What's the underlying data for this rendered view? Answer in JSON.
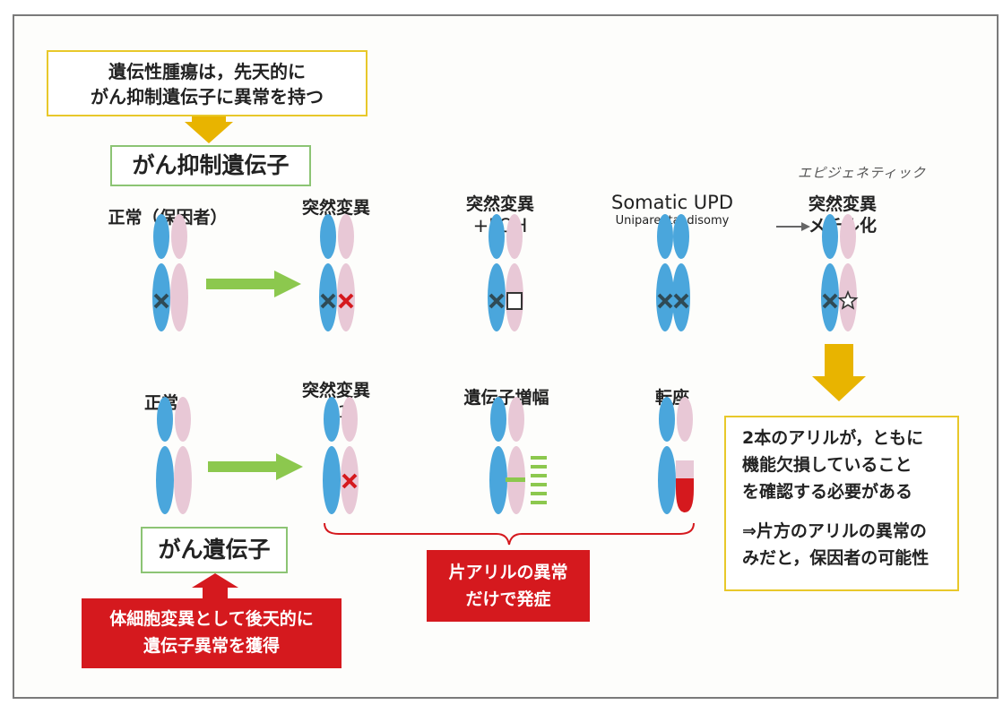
{
  "top_box": {
    "line1": "遺伝性腫瘍は，先天的に",
    "line2": "がん抑制遺伝子に異常を持つ"
  },
  "tsg_box": {
    "label": "がん抑制遺伝子"
  },
  "row1": {
    "normal": "正常（保因者）",
    "mutation": "突然変異",
    "loh_line1": "突然変異",
    "loh_line2": "+LOH",
    "upd_title": "Somatic UPD",
    "upd_subtitle": "Uniparental disomy",
    "meth_line1": "突然変異",
    "meth_line2": "メチル化",
    "handwritten": "エピジェネティック"
  },
  "row2": {
    "normal": "正常",
    "mutation_line1": "突然変異",
    "mutation_line2": "×1",
    "amplification": "遺伝子増幅",
    "translocation": "転座"
  },
  "oncogene_box": {
    "label": "がん遺伝子"
  },
  "somatic_box": {
    "line1": "体細胞変異として後天的に",
    "line2": "遺伝子異常を獲得"
  },
  "single_allele_box": {
    "line1": "片アリルの異常",
    "line2": "だけで発症"
  },
  "note_box": {
    "line1": "2本のアリルが，ともに",
    "line2": "機能欠損していること",
    "line3": "を確認する必要がある",
    "line4": "⇒片方のアリルの異常の",
    "line5": "みだと，保因者の可能性"
  },
  "colors": {
    "blue_chromosome": "#4aa6dc",
    "pink_chromosome": "#e8c8d6",
    "red_mark": "#d5191e",
    "dark_mark": "#2f4a55",
    "green_arrow": "#8cc84e",
    "yellow_arrow": "#e8b400",
    "red_arrow": "#d5191e"
  }
}
